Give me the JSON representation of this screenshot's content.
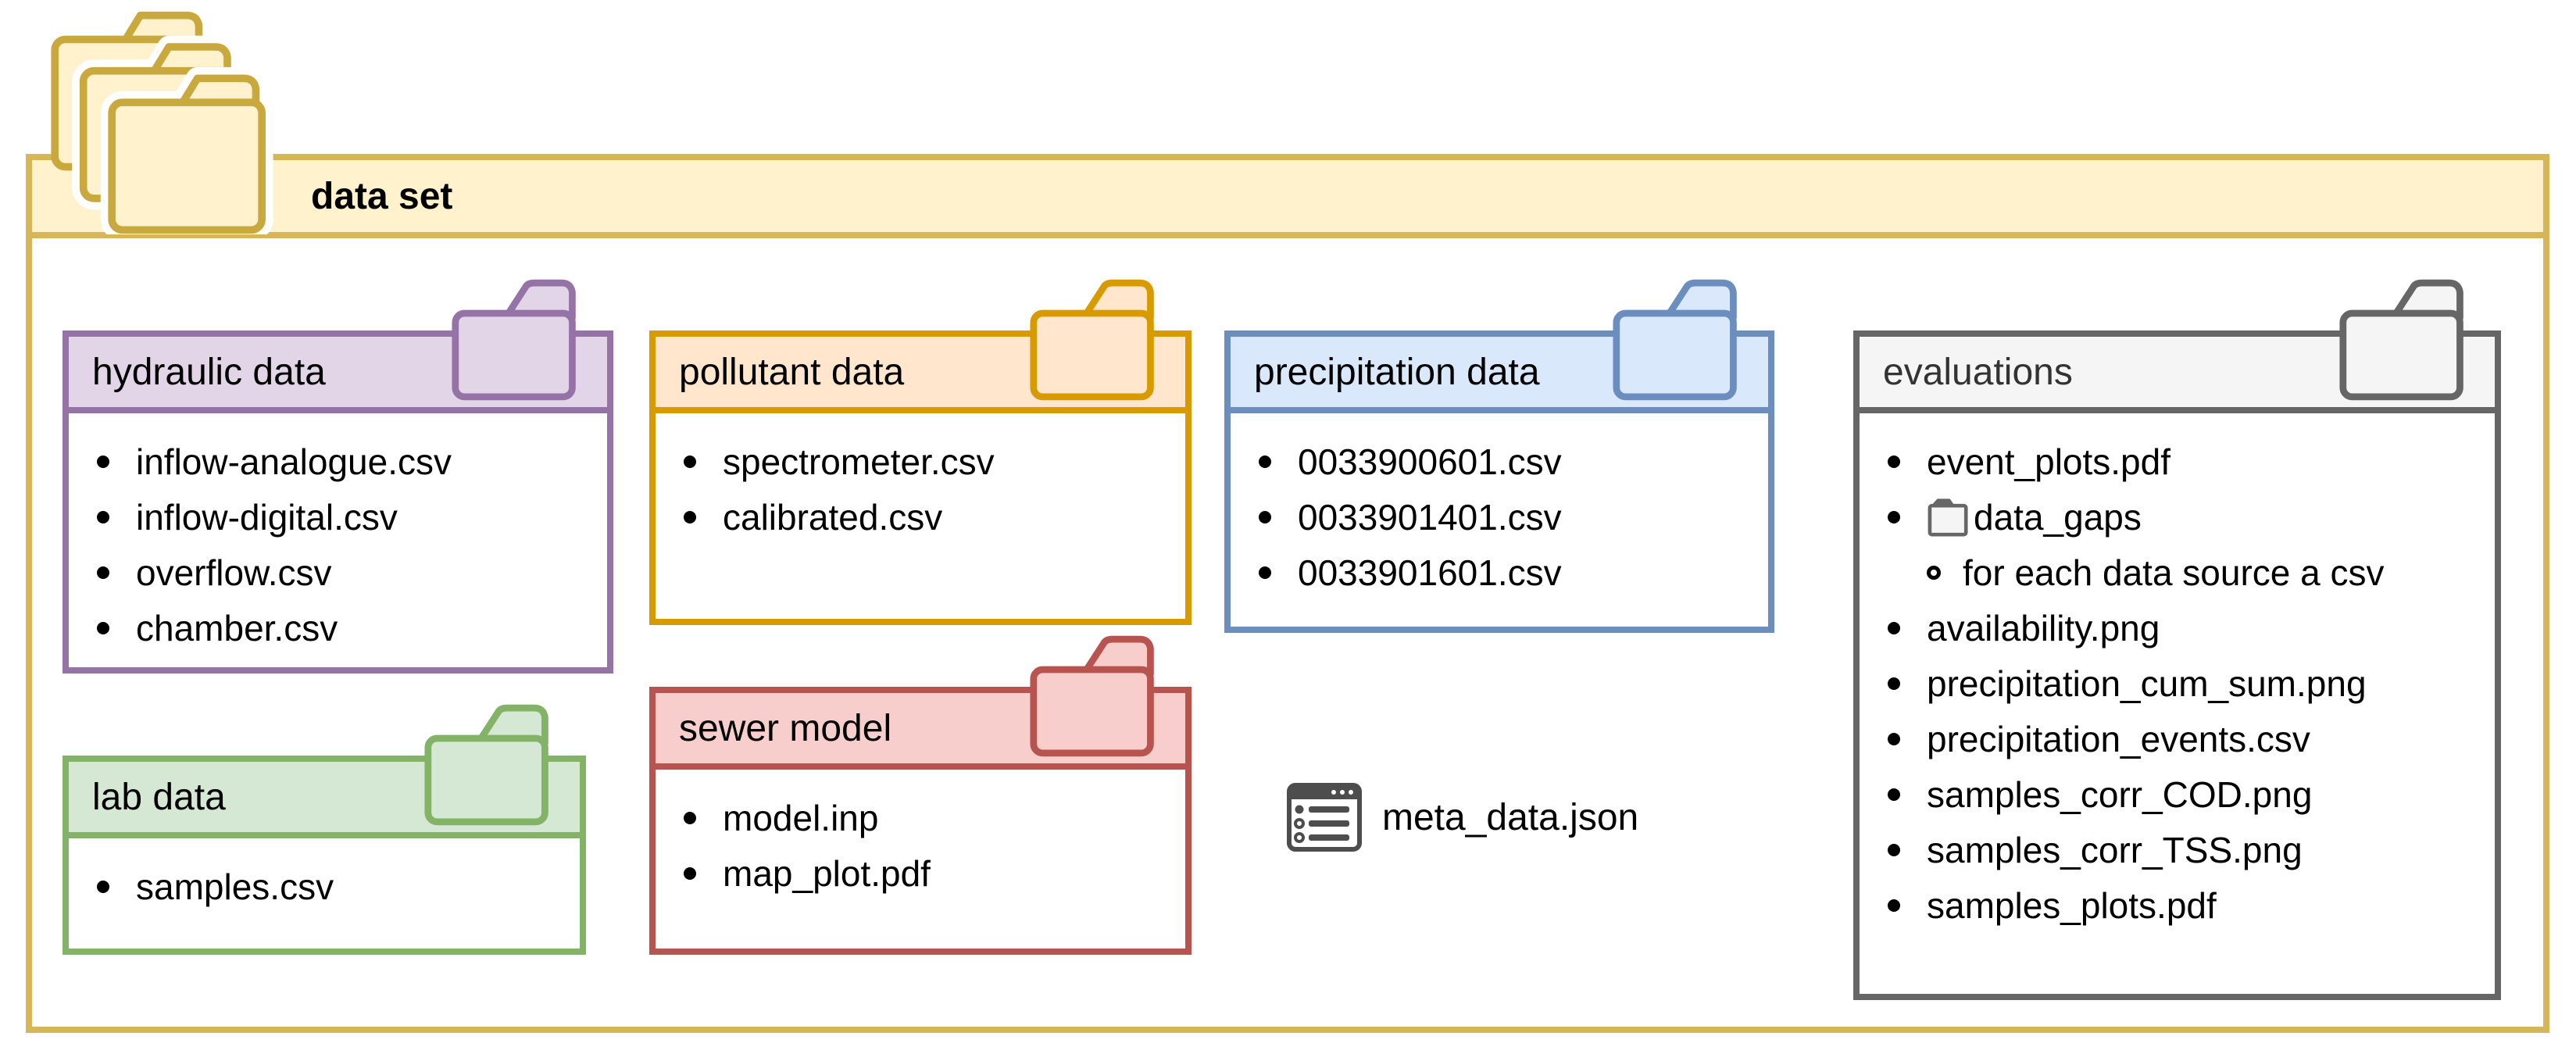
{
  "root": {
    "label": "data set",
    "border": "#D6B656",
    "fill": "#FFF2CC"
  },
  "folders": [
    {
      "label": "hydraulic data",
      "border": "#9673A6",
      "fill": "#E1D5E7",
      "files": [
        "inflow-analogue.csv",
        "inflow-digital.csv",
        "overflow.csv",
        "chamber.csv"
      ]
    },
    {
      "label": "pollutant data",
      "border": "#D79B00",
      "fill": "#FFE6CC",
      "files": [
        "spectrometer.csv",
        "calibrated.csv"
      ]
    },
    {
      "label": "precipitation data",
      "border": "#6C8EBF",
      "fill": "#DAE8FC",
      "files": [
        "0033900601.csv",
        "0033901401.csv",
        "0033901601.csv"
      ]
    },
    {
      "label": "evaluations",
      "border": "#666666",
      "fill": "#F5F5F5",
      "title_color": "#333333",
      "items": [
        {
          "text": "event_plots.pdf",
          "kind": "file"
        },
        {
          "text": "data_gaps",
          "kind": "subfolder"
        },
        {
          "text": "for each data source a csv",
          "kind": "note"
        },
        {
          "text": "availability.png",
          "kind": "file"
        },
        {
          "text": "precipitation_cum_sum.png",
          "kind": "file"
        },
        {
          "text": "precipitation_events.csv",
          "kind": "file"
        },
        {
          "text": "samples_corr_COD.png",
          "kind": "file"
        },
        {
          "text": "samples_corr_TSS.png",
          "kind": "file"
        },
        {
          "text": "samples_plots.pdf",
          "kind": "file"
        }
      ]
    },
    {
      "label": "lab data",
      "border": "#82B366",
      "fill": "#D5E8D4",
      "files": [
        "samples.csv"
      ]
    },
    {
      "label": "sewer model",
      "border": "#B85450",
      "fill": "#F8CECC",
      "files": [
        "model.inp",
        "map_plot.pdf"
      ]
    }
  ],
  "loose_file": {
    "label": "meta_data.json",
    "icon_color": "#4D4D4D"
  }
}
